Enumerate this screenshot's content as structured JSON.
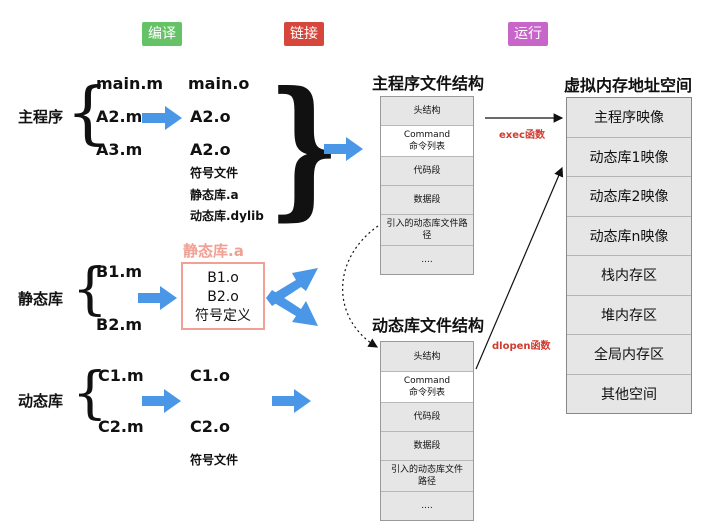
{
  "stages": {
    "compile": "编译",
    "link": "链接",
    "run": "运行",
    "colors": {
      "compile": "#66c267",
      "link": "#d7463b",
      "run": "#c765c9"
    }
  },
  "categories": {
    "main": "主程序",
    "static": "静态库",
    "dynamic": "动态库"
  },
  "main_sources": [
    "main.m",
    "A2.m",
    "A3.m"
  ],
  "main_outputs": [
    "main.o",
    "A2.o",
    "A2.o",
    "符号文件",
    "静态库.a",
    "动态库.dylib"
  ],
  "static_sources": [
    "B1.m",
    "B2.m"
  ],
  "static_lib": {
    "title": "静态库.a",
    "lines": [
      "B1.o",
      "B2.o",
      "符号定义"
    ]
  },
  "dynamic_sources": [
    "C1.m",
    "C2.m"
  ],
  "dynamic_outputs": [
    "C1.o",
    "C2.o",
    "符号文件"
  ],
  "main_struct": {
    "title": "主程序文件结构",
    "cells": [
      "头结构",
      "Command\n命令列表",
      "代码段",
      "数据段",
      "引入的动态库文件路\n径",
      "...."
    ]
  },
  "dylib_struct": {
    "title": "动态库文件结构",
    "cells": [
      "头结构",
      "Command\n命令列表",
      "代码段",
      "数据段",
      "引入的动态库文件\n路径",
      "...."
    ]
  },
  "vm": {
    "title": "虚拟内存地址空间",
    "cells": [
      "主程序映像",
      "动态库1映像",
      "动态库2映像",
      "动态库n映像",
      "栈内存区",
      "堆内存区",
      "全局内存区",
      "其他空间"
    ]
  },
  "arrow_labels": {
    "exec": "exec函数",
    "dlopen": "dlopen函数"
  },
  "accent_arrow_color": "#4a97e8"
}
